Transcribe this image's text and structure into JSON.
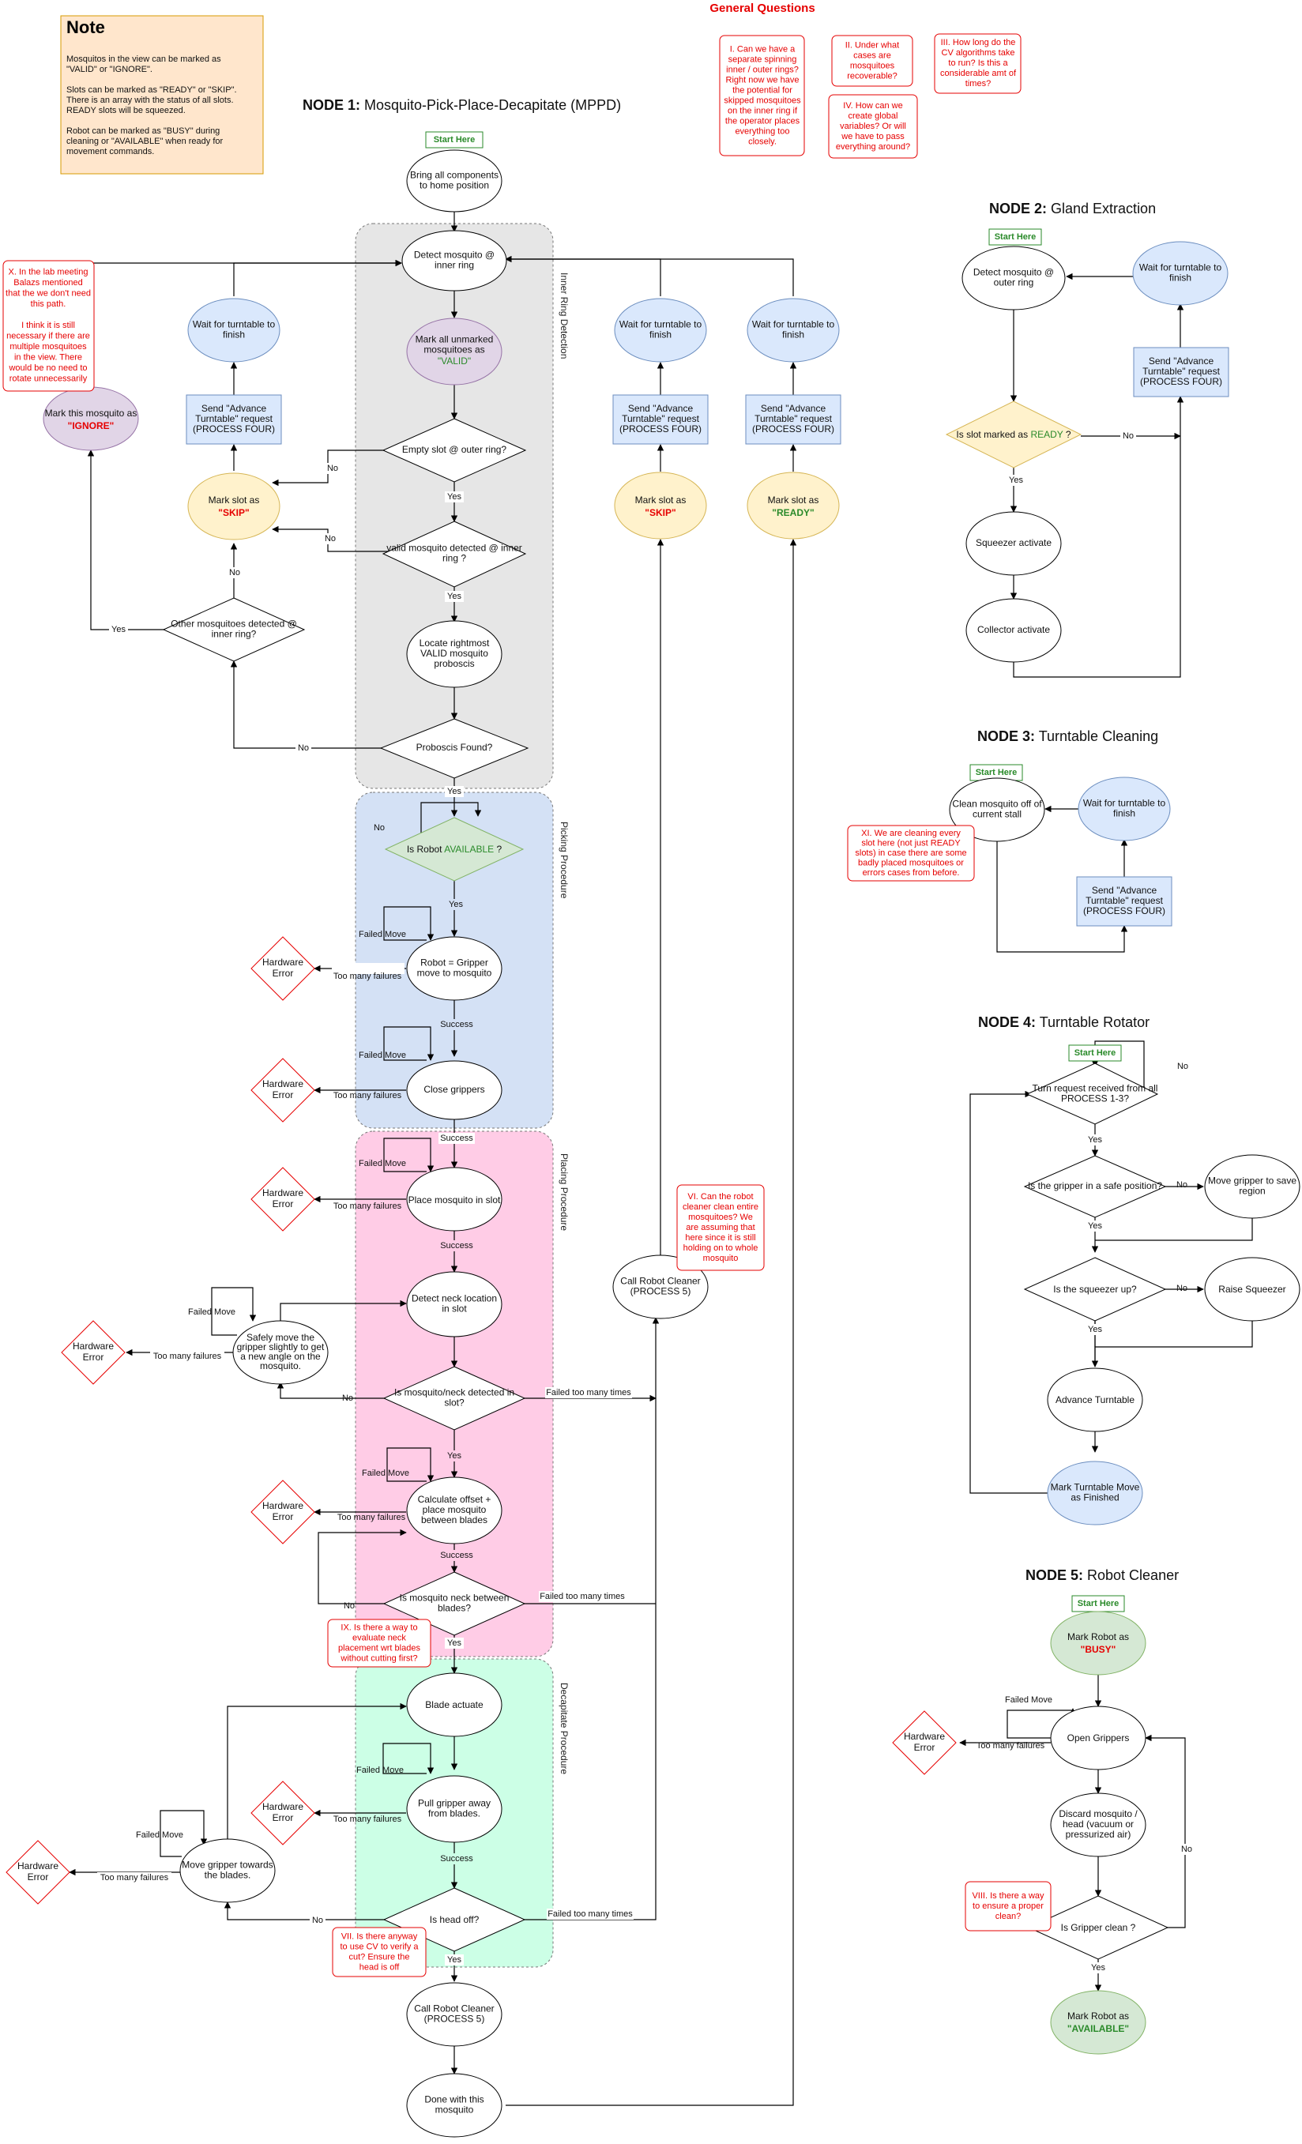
{
  "colors": {
    "red": "#e60000",
    "green": "#2a8a2a",
    "note_bg": "#ffe6cc",
    "blue_bg": "#dae8fc",
    "yellow_bg": "#fff2cc",
    "purple_bg": "#e1d5e7",
    "green_bg": "#d5e8d4"
  },
  "note": {
    "title": "Note",
    "lines": [
      "Mosquitos in the view can be marked as",
      "\"VALID\" or \"IGNORE\".",
      "",
      "Slots can be marked as \"READY\" or \"SKIP\".",
      "There is an array with the status of all slots.",
      "READY slots will be squeezed.",
      "",
      "Robot can be marked as \"BUSY\" during",
      "cleaning or \"AVAILABLE\" when ready for",
      "movement commands."
    ]
  },
  "general_questions": {
    "title": "General Questions",
    "q1": [
      "I. Can we have a",
      "separate spinning",
      "inner / outer rings?",
      "Right now we have",
      "the potential for",
      "skipped mosquitoes",
      "on the inner ring if",
      "the operator places",
      "everything too",
      "closely."
    ],
    "q2": [
      "II. Under what",
      "cases are",
      "mosquitoes",
      "recoverable?"
    ],
    "q3": [
      "III. How long do the",
      "CV algorithms take",
      "to run? Is this a",
      "considerable amt of",
      "times?"
    ],
    "q4": [
      "IV. How can we",
      "create global",
      "variables? Or will",
      "we have to pass",
      "everything around?"
    ]
  },
  "node1": {
    "title_bold": "NODE 1:",
    "title_rest": " Mosquito-Pick-Place-Decapitate (MPPD)",
    "start": "Start Here",
    "home": [
      "Bring all components",
      "to home position"
    ],
    "detect_inner": [
      "Detect mosquito @",
      "inner ring"
    ],
    "mark_valid": [
      "Mark all unmarked",
      "mosquitoes as"
    ],
    "valid_word": "\"VALID\"",
    "empty_slot": "Empty slot @ outer ring?",
    "valid_detected": [
      "valid mosquito detected @ inner",
      "ring ?"
    ],
    "locate": [
      "Locate rightmost",
      "VALID mosquito",
      "proboscis"
    ],
    "proboscis": "Proboscis Found?",
    "robot_available_a": "Is Robot ",
    "robot_available_b": "AVAILABLE",
    "robot_available_c": " ?",
    "gripper_move": [
      "Robot = Gripper",
      "move to mosquito"
    ],
    "close": "Close grippers",
    "place": "Place mosquito in slot",
    "detect_neck": [
      "Detect neck location",
      "in slot"
    ],
    "neck_detected": [
      "Is mosquito/neck detected in",
      "slot?"
    ],
    "calc": [
      "Calculate offset +",
      "place mosquito",
      "between blades"
    ],
    "neck_between": [
      "Is mosquito neck between",
      "blades?"
    ],
    "blade": "Blade actuate",
    "pull": [
      "Pull gripper away",
      "from blades."
    ],
    "head_off": "Is head off?",
    "call_cleaner": [
      "Call Robot Cleaner",
      "(PROCESS 5)"
    ],
    "done": [
      "Done with this",
      "mosquito"
    ],
    "safely": [
      "Safely move the",
      "gripper slightly to get",
      "a new angle on the",
      "mosquito."
    ],
    "move_towards": [
      "Move gripper towards",
      "the blades."
    ],
    "other_mosq": [
      "Other mosquitoes detected @",
      "inner ring?"
    ],
    "mark_skip": "Mark slot as",
    "skip_word": "\"SKIP\"",
    "ready_word": "\"READY\"",
    "send_advance": [
      "Send \"Advance",
      "Turntable\" request",
      "(PROCESS FOUR)"
    ],
    "wait": [
      "Wait for turntable to",
      "finish"
    ],
    "mark_ignore": "Mark this mosquito as",
    "ignore_word": "\"IGNORE\"",
    "hw_error": [
      "Hardware",
      "Error"
    ],
    "call_cleaner_mid": [
      "Call Robot Cleaner",
      "(PROCESS 5)"
    ],
    "sections": {
      "inner": "Inner Ring Detection",
      "picking": "Picking Procedure",
      "placing": "Placing Procedure",
      "decap": "Decapitate Procedure"
    },
    "q_x": [
      "X. In the lab meeting",
      "Balazs mentioned",
      "that the we don't need",
      "this path.",
      "",
      "I think it is still",
      "necessary if there are",
      "multiple mosquitoes",
      "in the view. There",
      "would be no need to",
      "rotate unnecessarily"
    ],
    "q_vi": [
      "VI. Can the robot",
      "cleaner clean entire",
      "mosquitoes? We",
      "are assuming that",
      "here since it is still",
      "holding on to whole",
      "mosquito"
    ],
    "q_ix": [
      "IX. Is there a way to",
      "evaluate neck",
      "placement wrt blades",
      "without cutting first?"
    ],
    "q_vii": [
      "VII. Is there anyway",
      "to use CV to verify a",
      "cut? Ensure the",
      "head is off"
    ]
  },
  "edge_labels": {
    "yes": "Yes",
    "no": "No",
    "success": "Success",
    "failed_move": "Failed Move",
    "too_many": "Too many failures",
    "failed_times": "Failed too many times"
  },
  "node2": {
    "title_bold": "NODE 2:",
    "title_rest": " Gland Extraction",
    "start": "Start Here",
    "detect": [
      "Detect mosquito @",
      "outer ring"
    ],
    "ready_q_a": "Is slot marked as ",
    "ready_q_b": "READY",
    "ready_q_c": " ?",
    "squeezer": "Squeezer activate",
    "collector": "Collector activate",
    "send": [
      "Send \"Advance",
      "Turntable\" request",
      "(PROCESS FOUR)"
    ],
    "wait": [
      "Wait for turntable to",
      "finish"
    ]
  },
  "node3": {
    "title_bold": "NODE 3:",
    "title_rest": " Turntable Cleaning",
    "start": "Start Here",
    "clean": [
      "Clean mosquito off of",
      "current stall"
    ],
    "wait": [
      "Wait for turntable to",
      "finish"
    ],
    "send": [
      "Send \"Advance",
      "Turntable\" request",
      "(PROCESS FOUR)"
    ],
    "q_xi": [
      "XI. We are cleaning every",
      "slot here (not just READY",
      "slots) in case there are some",
      "badly placed mosquitoes or",
      "errors cases from before."
    ]
  },
  "node4": {
    "title_bold": "NODE 4:",
    "title_rest": " Turntable Rotator",
    "start": "Start Here",
    "turn_req": [
      "Turn request received from all",
      "PROCESS 1-3?"
    ],
    "gripper_safe": "Is the gripper in a safe position?",
    "move_safe": [
      "Move gripper to save",
      "region"
    ],
    "squeezer_up": "Is the squeezer up?",
    "raise": "Raise Squeezer",
    "advance": "Advance Turntable",
    "mark_finished": [
      "Mark Turntable Move",
      "as Finished"
    ]
  },
  "node5": {
    "title_bold": "NODE 5:",
    "title_rest": " Robot Cleaner",
    "start": "Start Here",
    "mark_busy": "Mark Robot as",
    "busy_word": "\"BUSY\"",
    "open": "Open Grippers",
    "discard": [
      "Discard mosquito /",
      "head (vacuum or",
      "pressurized air)"
    ],
    "clean_q": "Is Gripper clean ?",
    "mark_available": "Mark Robot as",
    "available_word": "\"AVAILABLE\"",
    "q_viii": [
      "VIII. Is there a way",
      "to ensure a proper",
      "clean?"
    ]
  }
}
